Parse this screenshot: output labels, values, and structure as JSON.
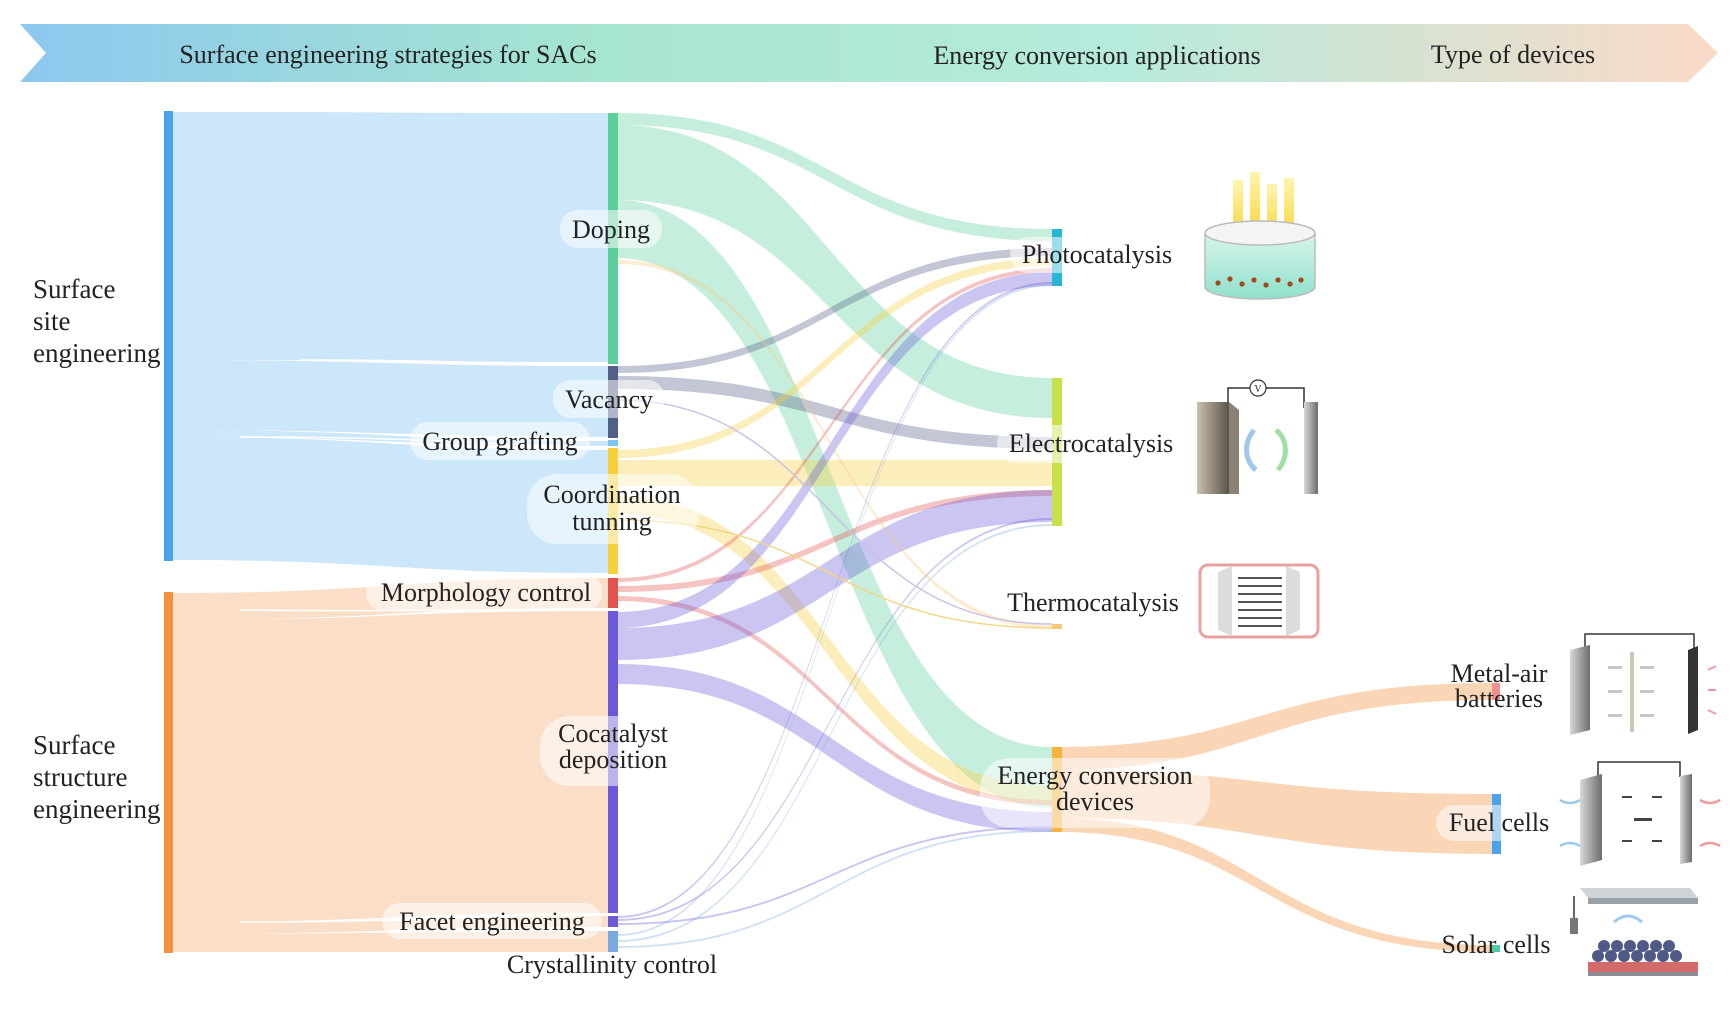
{
  "header": {
    "stage1": "Surface engineering strategies for SACs",
    "stage2": "Energy conversion applications",
    "stage3": "Type of devices"
  },
  "nodes": {
    "surface_site": [
      "Surface",
      "site",
      "engineering"
    ],
    "surface_structure": [
      "Surface",
      "structure",
      "engineering"
    ],
    "doping": "Doping",
    "vacancy": "Vacancy",
    "group_grafting": "Group grafting",
    "coordination": [
      "Coordination",
      "tunning"
    ],
    "morphology": "Morphology control",
    "cocatalyst": [
      "Cocatalyst",
      "deposition"
    ],
    "facet": "Facet engineering",
    "crystallinity": "Crystallinity control",
    "photocatalysis": "Photocatalysis",
    "electrocatalysis": "Electrocatalysis",
    "thermocatalysis": "Thermocatalysis",
    "energy_devices": [
      "Energy conversion",
      "devices"
    ],
    "metal_air": [
      "Metal-air",
      "batteries"
    ],
    "fuel_cells": "Fuel cells",
    "solar_cells": "Solar cells"
  },
  "colors": {
    "surface_site": "#4aa3e8",
    "surface_structure": "#f5923f",
    "doping": "#5ccf9a",
    "vacancy": "#525f86",
    "group_grafting": "#7fc3ef",
    "coordination": "#f7cf3a",
    "morphology": "#e0534f",
    "cocatalyst": "#6a5ad8",
    "facet": "#6a5ad8",
    "crystallinity": "#7aa8e0",
    "photocatalysis": "#28b7d3",
    "electrocatalysis": "#c9e04a",
    "thermocatalysis": "#f5c97a",
    "energy_devices": "#f7b23c",
    "metal_air": "#f08f8f",
    "fuel_cells": "#4aa3e8",
    "solar_cells": "#4ecba0"
  },
  "icons": [
    "photocatalysis-reactor-icon",
    "electrolysis-cell-icon",
    "thermal-reactor-icon",
    "metal-air-battery-icon",
    "fuel-cell-icon",
    "solar-cell-icon"
  ]
}
